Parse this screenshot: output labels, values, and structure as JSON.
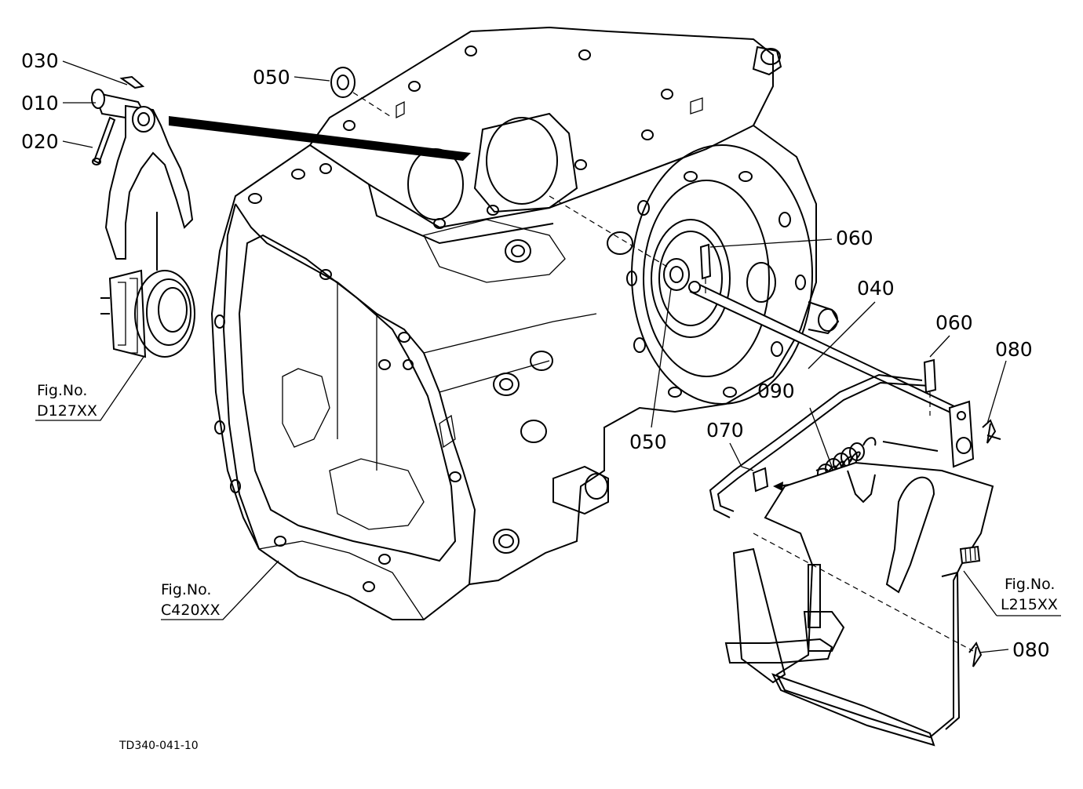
{
  "labels": {
    "l010": "010",
    "l020": "020",
    "l030": "030",
    "l040": "040",
    "l050a": "050",
    "l050b": "050",
    "l060a": "060",
    "l060b": "060",
    "l070": "070",
    "l080a": "080",
    "l080b": "080",
    "l090": "090"
  },
  "references": {
    "d127": {
      "line1": "Fig.No.",
      "line2": "D127XX"
    },
    "c420": {
      "line1": "Fig.No.",
      "line2": "C420XX"
    },
    "l215": {
      "line1": "Fig.No.",
      "line2": "L215XX"
    }
  },
  "drawing_code": "TD340-041-10"
}
